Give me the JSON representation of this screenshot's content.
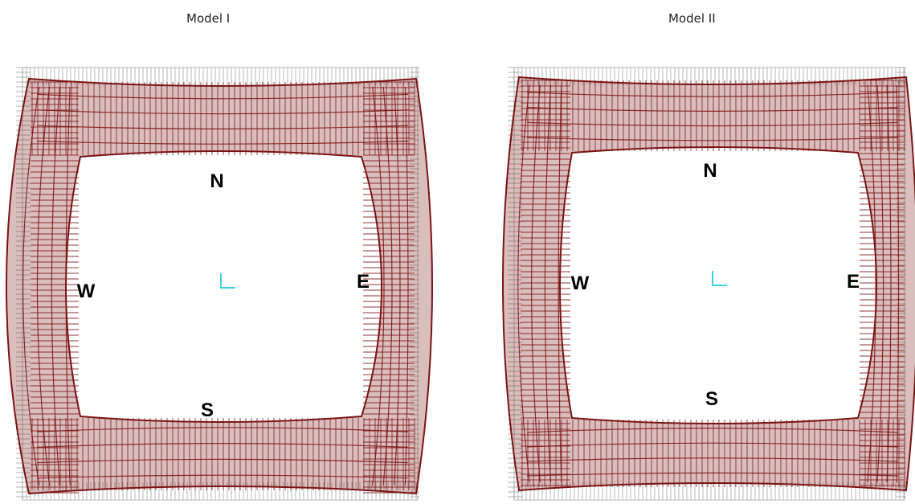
{
  "models": [
    {
      "title": "Model I",
      "labels": {
        "north": "N",
        "south": "S",
        "west": "W",
        "east": "E"
      }
    },
    {
      "title": "Model II",
      "labels": {
        "north": "N",
        "south": "S",
        "west": "W",
        "east": "E"
      }
    }
  ],
  "colors": {
    "deformed_mesh": "#7a1414",
    "undeformed_grid": "#9a9a9a",
    "axis_marker": "#3fd0e0"
  }
}
